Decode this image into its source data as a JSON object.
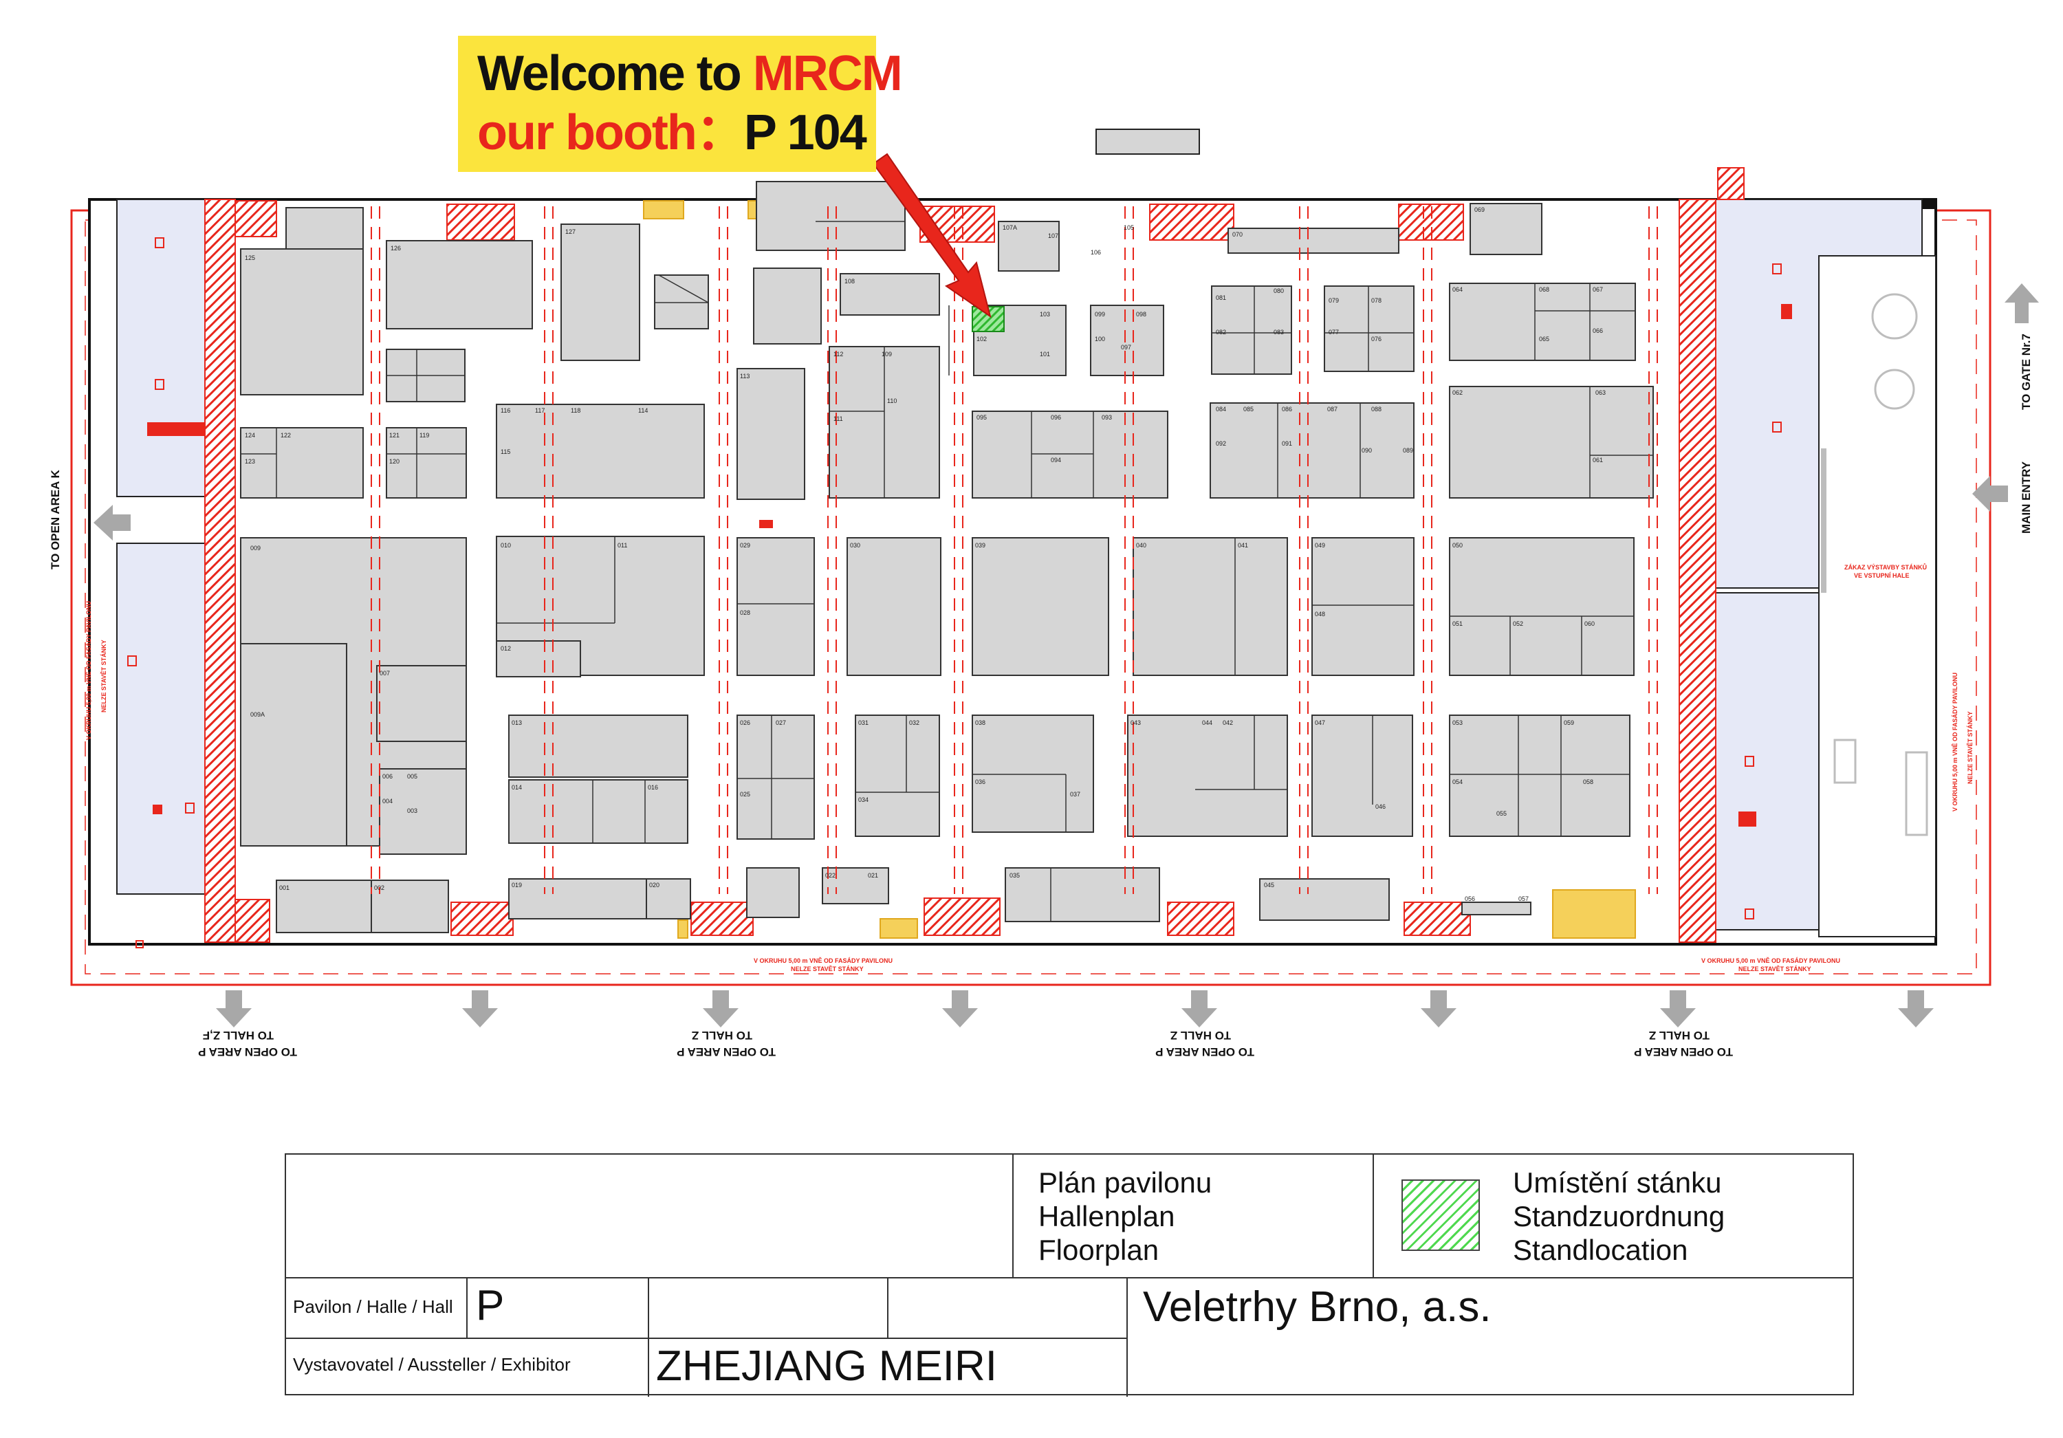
{
  "banner": {
    "welcome_prefix": "Welcome to ",
    "brand": "MRCM",
    "booth_prefix": "our booth",
    "colon": "：",
    "booth_number": "P 104"
  },
  "colors": {
    "banner_yellow": "#fbe43d",
    "brand_red": "#e8261c",
    "booth_grey": "#d6d6d6",
    "hatch_red": "#e8261c",
    "service_blue": "#e6e9f7",
    "highlight_green": "#4fd84f",
    "arrow_grey": "#a8a8a8"
  },
  "map": {
    "gate_left": "TO OPEN AREA K",
    "gate_right_top": "TO GATE Nr.7",
    "gate_right_main": "MAIN ENTRY",
    "bottom_gates": [
      {
        "line1": "TO OPEN AREA P",
        "line2": "TO HALL Z,F"
      },
      {
        "line1": "TO OPEN AREA P",
        "line2": "TO HALL Z"
      },
      {
        "line1": "TO OPEN AREA P",
        "line2": "TO HALL Z"
      },
      {
        "line1": "TO OPEN AREA P",
        "line2": "TO HALL Z"
      }
    ],
    "facade_note_1": "V OKRUHU 5,00 m VNĚ OD FASÁDY PAVILONU",
    "facade_note_2": "NELZE STAVĚT STÁNKY",
    "entrance_note_1": "ZÁKAZ VÝSTAVBY STÁNKŮ",
    "entrance_note_2": "VE VSTUPNÍ HALE",
    "highlighted_booth": "104",
    "booths": [
      "125",
      "126",
      "127",
      "124",
      "122",
      "121",
      "119",
      "123",
      "120",
      "116",
      "117",
      "118",
      "114",
      "115",
      "113",
      "112",
      "109",
      "111",
      "110",
      "108",
      "107A",
      "107",
      "106",
      "105",
      "103",
      "102",
      "101",
      "099",
      "098",
      "100",
      "097",
      "095",
      "096",
      "093",
      "094",
      "070",
      "081",
      "080",
      "079",
      "078",
      "082",
      "083",
      "077",
      "076",
      "084",
      "085",
      "086",
      "087",
      "088",
      "092",
      "091",
      "090",
      "089",
      "069",
      "064",
      "068",
      "067",
      "065",
      "066",
      "062",
      "063",
      "061",
      "009",
      "010",
      "011",
      "012",
      "029",
      "028",
      "030",
      "039",
      "040",
      "041",
      "049",
      "048",
      "050",
      "051",
      "052",
      "060",
      "009A",
      "007",
      "013",
      "014",
      "016",
      "006",
      "005",
      "004",
      "003",
      "026",
      "027",
      "025",
      "031",
      "032",
      "034",
      "038",
      "036",
      "037",
      "043",
      "042",
      "044",
      "047",
      "046",
      "053",
      "059",
      "054",
      "055",
      "058",
      "001",
      "002",
      "019",
      "020",
      "022",
      "021",
      "035",
      "045",
      "056",
      "057"
    ]
  },
  "title_block": {
    "plan_line1": "Plán pavilonu",
    "plan_line2": "Hallenplan",
    "plan_line3": "Floorplan",
    "legend_line1": "Umístění stánku",
    "legend_line2": "Standzuordnung",
    "legend_line3": "Standlocation",
    "hall_label": "Pavilon / Halle / Hall",
    "hall_value": "P",
    "exhibitor_label": "Vystavovatel / Aussteller / Exhibitor",
    "exhibitor_value": "ZHEJIANG MEIRI",
    "company": "Veletrhy Brno, a.s."
  }
}
